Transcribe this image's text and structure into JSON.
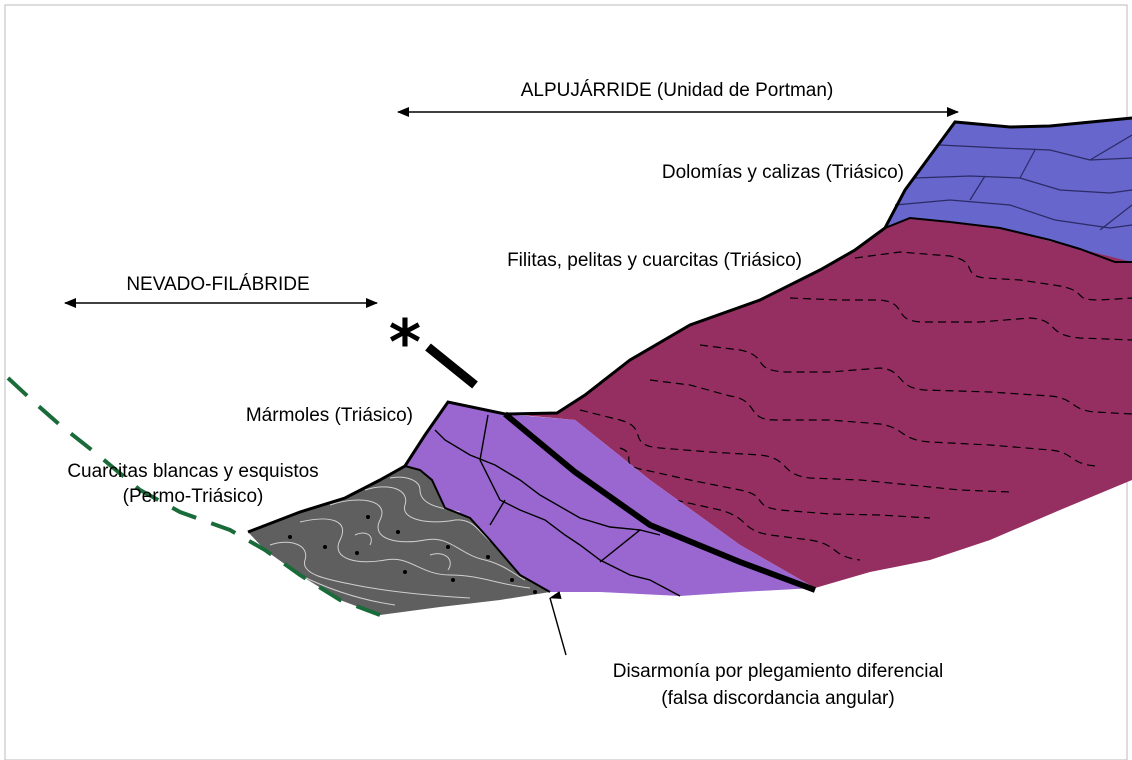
{
  "units": {
    "alpujarride": "ALPUJÁRRIDE (Unidad de Portman)",
    "nevado": "NEVADO-FILÁBRIDE"
  },
  "layers": {
    "dolomias": "Dolomías y calizas (Triásico)",
    "filitas": "Filitas, pelitas y cuarcitas (Triásico)",
    "marmoles": "Mármoles (Triásico)",
    "cuarcitas_1": "Cuarcitas blancas y esquistos",
    "cuarcitas_2": "(Permo-Triásico)"
  },
  "annotation": {
    "line1": "Disarmonía por plegamiento diferencial",
    "line2": "(falsa discordancia angular)"
  },
  "thrust_symbol": "*",
  "colors": {
    "dolomias": "#6666cc",
    "filitas": "#952f62",
    "marmoles": "#9a67d0",
    "cuarcitas": "#5f5f5f",
    "green_dash": "#1a6b3a",
    "outline": "#000000"
  }
}
